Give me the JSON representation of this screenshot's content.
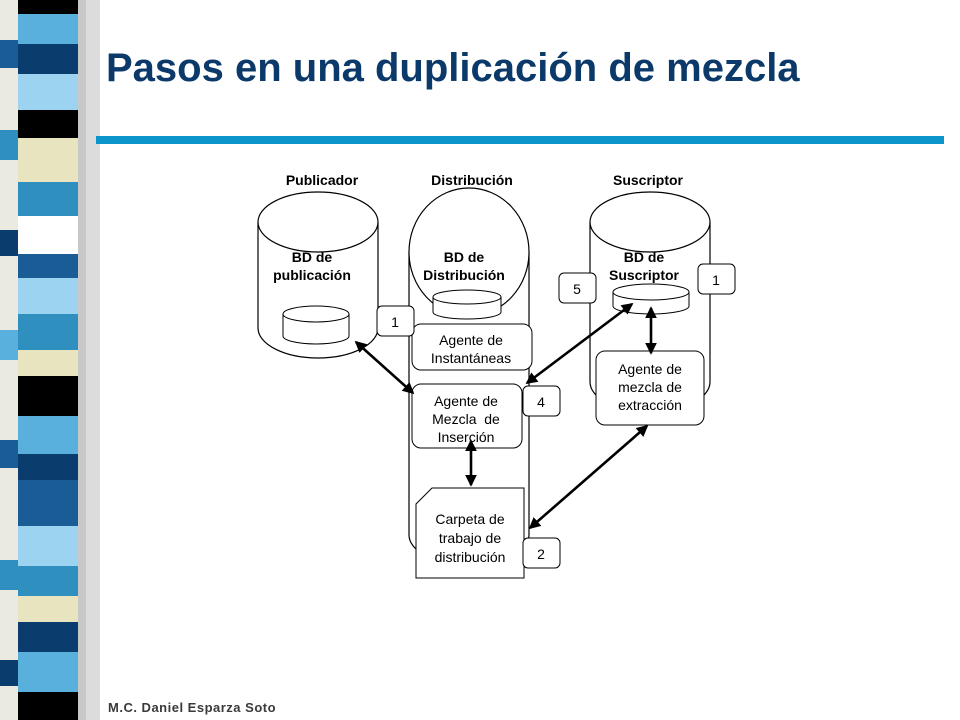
{
  "slide": {
    "title": "Pasos en una duplicación de mezcla",
    "footer": "M.C. Daniel Esparza Soto"
  },
  "colors": {
    "title": "#0b3a6a",
    "rule": "#0b95c9",
    "stripe_palette": [
      "#0a3d6e",
      "#2f8fbf",
      "#9bd3f0",
      "#e8e4bf",
      "#000000",
      "#1a5d96",
      "#5ab0dc",
      "#ffffff"
    ]
  },
  "diagram": {
    "columns": {
      "publisher": "Publicador",
      "distribution": "Distribución",
      "subscriber": "Suscriptor"
    },
    "databases": {
      "publisher": [
        "BD de",
        "publicación"
      ],
      "distribution": [
        "BD de",
        "Distribución"
      ],
      "subscriber": [
        "BD de",
        "Suscriptor"
      ]
    },
    "agents": {
      "snapshot": [
        "Agente de",
        "Instantáneas"
      ],
      "merge_insert": [
        "Agente de",
        "Mezcla  de",
        "Inserción"
      ],
      "merge_pull": [
        "Agente de",
        "mezcla de",
        "extracción"
      ]
    },
    "folder": [
      "Carpeta de",
      "trabajo de",
      "distribución"
    ],
    "steps": {
      "publisher_step": "1",
      "subscriber_step": "1",
      "step_5": "5",
      "step_4": "4",
      "step_2": "2"
    }
  }
}
